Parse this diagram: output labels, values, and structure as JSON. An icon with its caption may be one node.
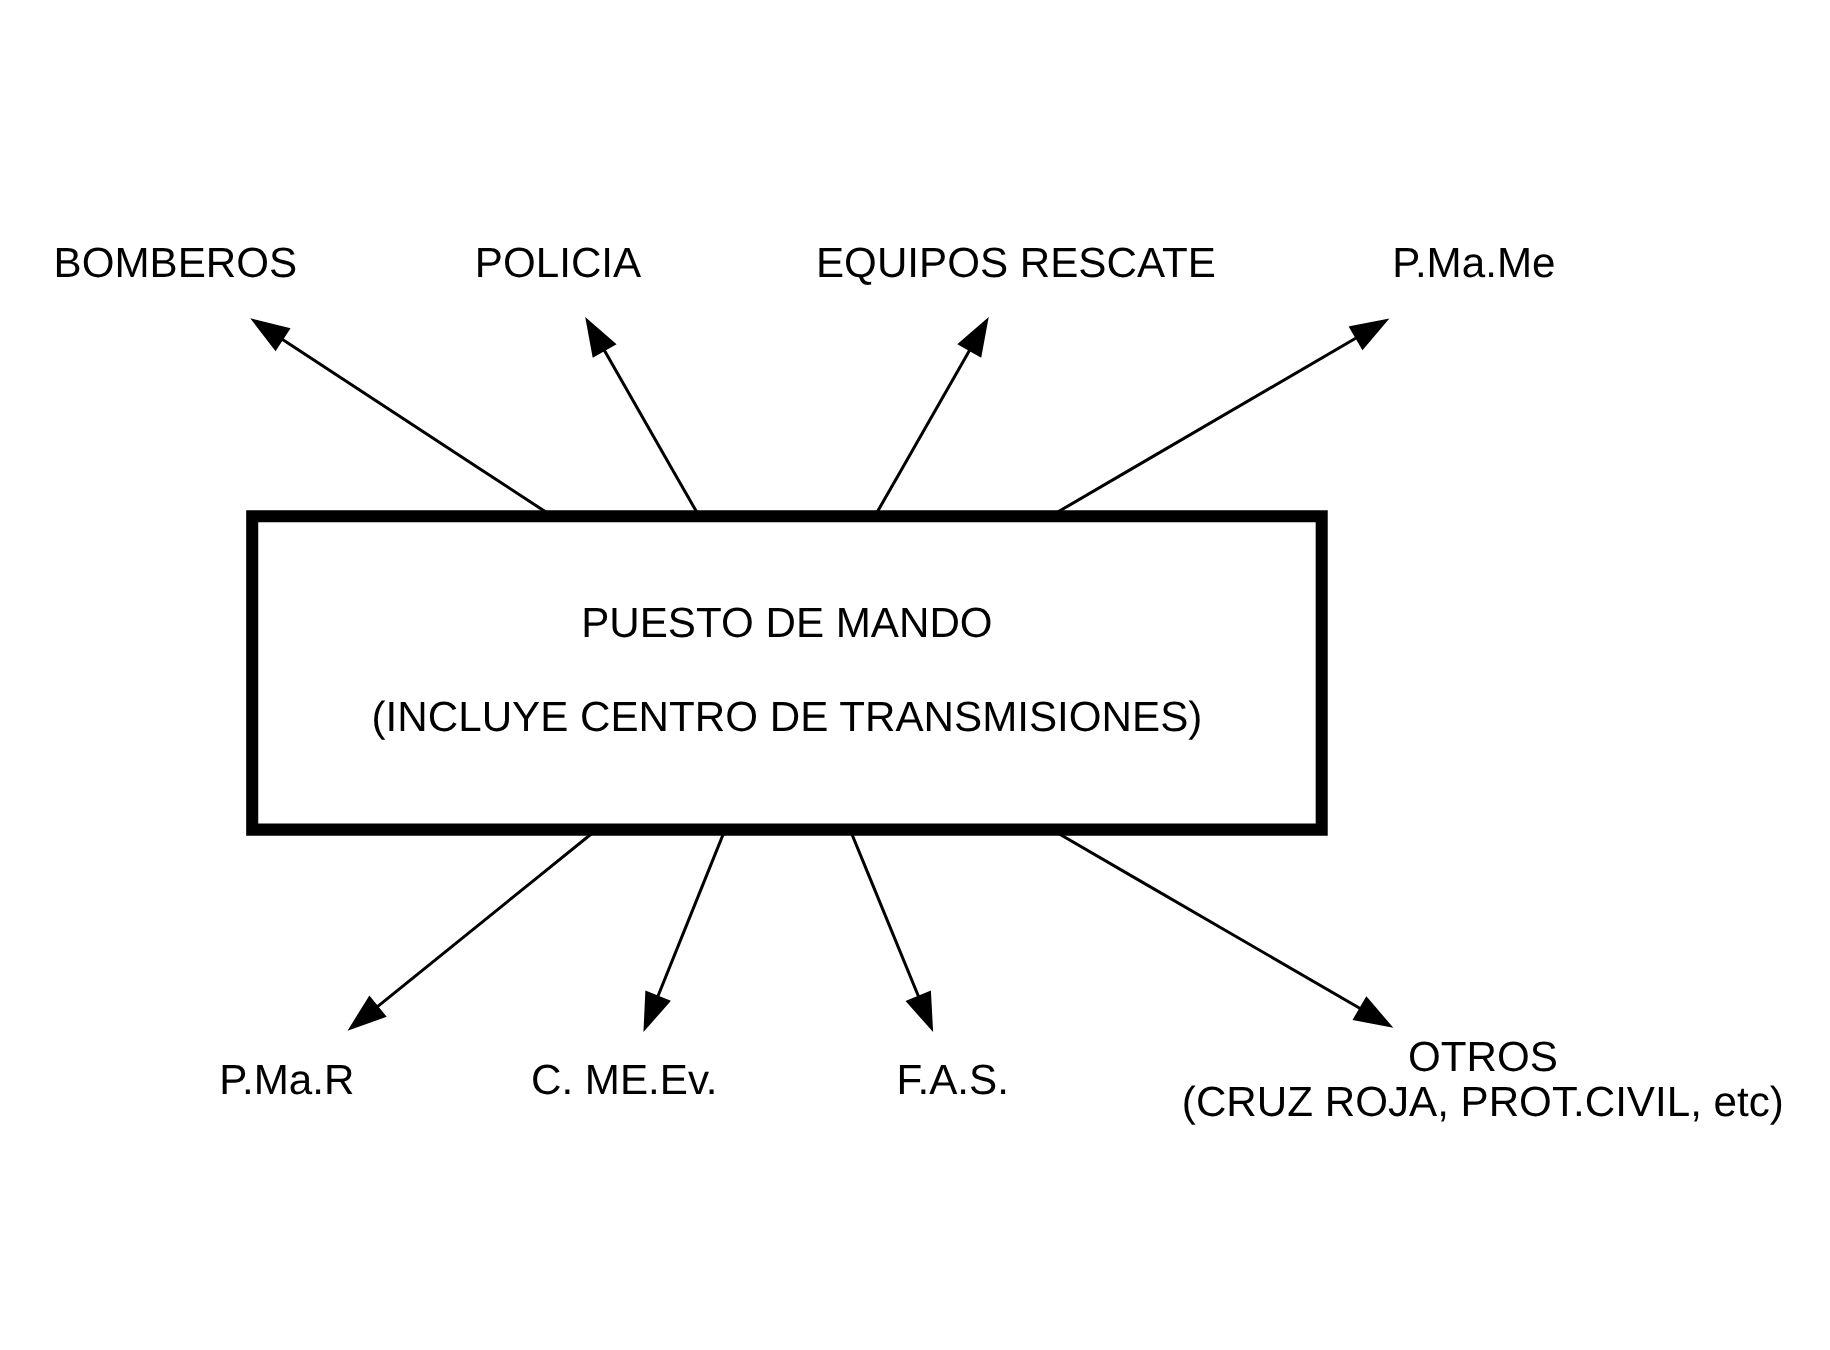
{
  "diagram": {
    "nodes": [
      {
        "text": [
          "PUESTO DE MANDO",
          "(INCLUYE CENTRO DE TRANSMISIONES)"
        ]
      },
      {
        "text": [
          "BOMBEROS"
        ]
      },
      {
        "text": [
          "POLICIA"
        ]
      },
      {
        "text": [
          "EQUIPOS RESCATE"
        ]
      },
      {
        "text": [
          "P.Ma.Me"
        ]
      },
      {
        "text": [
          "P.Ma.R"
        ]
      },
      {
        "text": [
          "C. ME.Ev."
        ]
      },
      {
        "text": [
          "F.A.S."
        ]
      },
      {
        "text": [
          "OTROS",
          "(CRUZ ROJA, PROT.CIVIL, etc)"
        ]
      }
    ],
    "edges": [
      {
        "from": 0,
        "to": 1,
        "arrow": "to"
      },
      {
        "from": 0,
        "to": 2,
        "arrow": "to"
      },
      {
        "from": 0,
        "to": 3,
        "arrow": "to"
      },
      {
        "from": 0,
        "to": 4,
        "arrow": "to"
      },
      {
        "from": 0,
        "to": 5,
        "arrow": "to"
      },
      {
        "from": 0,
        "to": 6,
        "arrow": "to"
      },
      {
        "from": 0,
        "to": 7,
        "arrow": "to"
      },
      {
        "from": 0,
        "to": 8,
        "arrow": "to"
      }
    ]
  }
}
